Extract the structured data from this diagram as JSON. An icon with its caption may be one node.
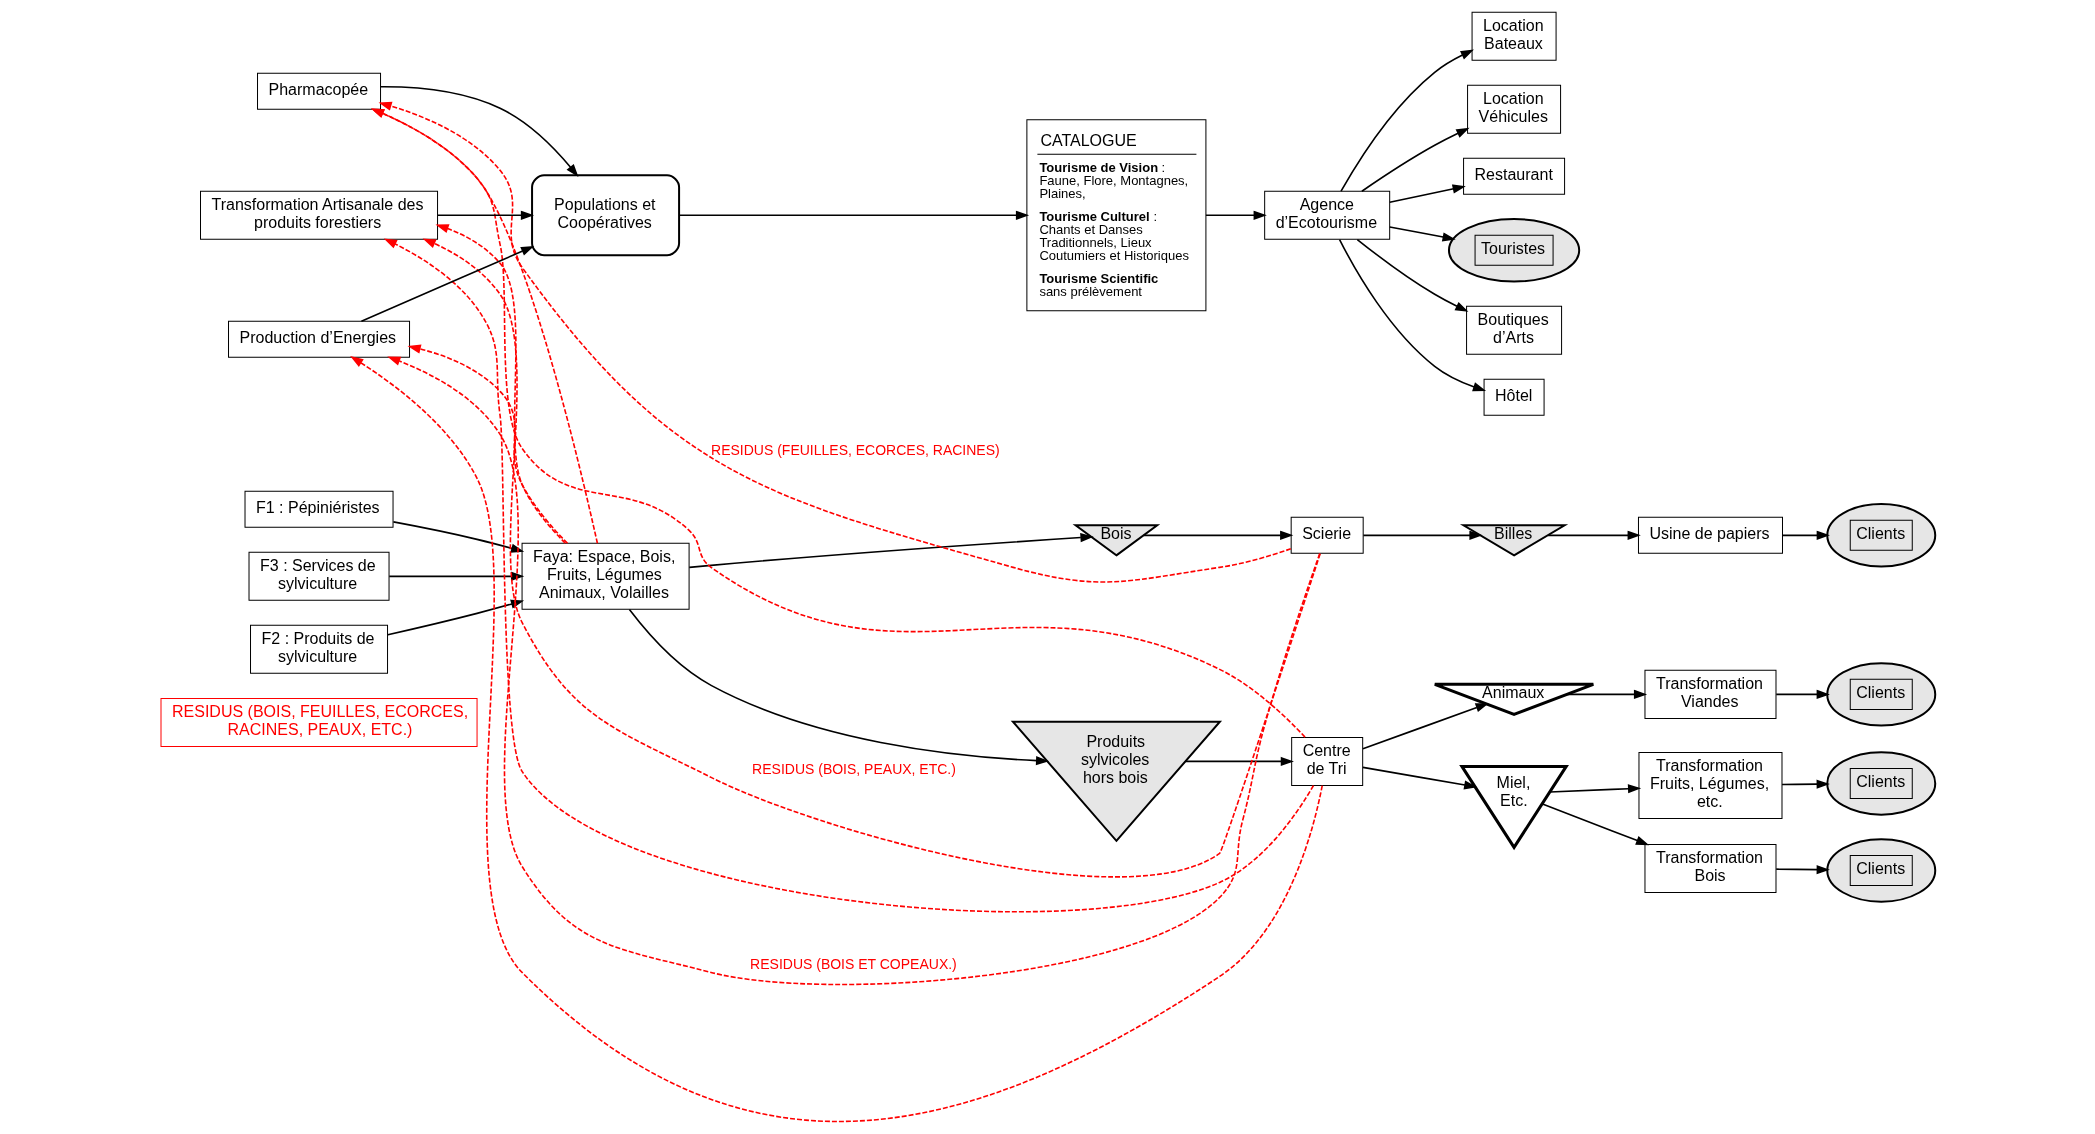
{
  "diagram": {
    "nodes": [
      {
        "text": [
          "RESIDUS (BOIS, FEUILLES, ECORCES, RACINES, PEAUX, ETC.)"
        ]
      },
      {
        "text": [
          "F1 : Pépiniéristes"
        ]
      },
      {
        "text": [
          "F2 : Produits de sylviculture"
        ]
      },
      {
        "text": [
          "F3 : Services de sylviculture"
        ]
      },
      {
        "text": [
          "Faya: Espace, Bois, Fruits, Légumes Animaux, Volailles"
        ]
      },
      {
        "text": [
          "Bois"
        ]
      },
      {
        "text": [
          "Produits sylvicoles hors bois"
        ]
      },
      {
        "text": [
          "Scierie"
        ]
      },
      {
        "text": [
          "Centre de Tri"
        ]
      },
      {
        "text": [
          "Billes"
        ]
      },
      {
        "text": [
          "Miel, Etc."
        ]
      },
      {
        "text": [
          "Animaux"
        ]
      },
      {
        "text": [
          "Usine de papiers"
        ]
      },
      {
        "text": [
          "Transformation Bois"
        ]
      },
      {
        "text": [
          "Transformation Fruits, Légumes, etc."
        ]
      },
      {
        "text": [
          "Transformation Viandes"
        ]
      },
      {
        "text": [
          "Clients"
        ]
      },
      {
        "text": [
          "Clients"
        ]
      },
      {
        "text": [
          "Clients"
        ]
      },
      {
        "text": [
          "Clients"
        ]
      },
      {
        "text": [
          "Populations et Coopératives"
        ]
      },
      {
        "text": [
          "Pharmacopée"
        ]
      },
      {
        "text": [
          "Transformation Artisanale des produits forestiers"
        ]
      },
      {
        "text": [
          "Production d’Energies"
        ]
      },
      {
        "text": [
          "CATALOGUE",
          "**Tourisme de Vision** : Faune, Flore, Montagnes, Plaines,",
          "**Tourisme Culturel** : Chants et Danses Traditionnels, Lieux Coutumiers et Historiques",
          "**Tourisme Scientific** sans prélèvement"
        ]
      },
      {
        "text": [
          "Agence d’Ecotourisme"
        ]
      },
      {
        "text": [
          "Touristes"
        ]
      },
      {
        "text": [
          "Boutiques d’Arts"
        ]
      },
      {
        "text": [
          "Hôtel"
        ]
      },
      {
        "text": [
          "Location Bateaux"
        ]
      },
      {
        "text": [
          "Location Véhicules"
        ]
      },
      {
        "text": [
          "Restaurant"
        ]
      }
    ],
    "edges": [
      {
        "from": 1,
        "to": 4,
        "arrow": "to"
      },
      {
        "from": 2,
        "to": 4,
        "arrow": "to"
      },
      {
        "from": 3,
        "to": 4,
        "arrow": "to"
      },
      {
        "from": 4,
        "to": 5,
        "arrow": "to"
      },
      {
        "from": 4,
        "to": 6,
        "arrow": "to"
      },
      {
        "from": 5,
        "to": 7,
        "arrow": "to"
      },
      {
        "from": 6,
        "to": 8,
        "arrow": "to"
      },
      {
        "from": 7,
        "to": 9,
        "arrow": "to"
      },
      {
        "from": 9,
        "to": 12,
        "arrow": "to"
      },
      {
        "from": 12,
        "to": 16,
        "arrow": "to"
      },
      {
        "from": 8,
        "to": 10,
        "arrow": "to"
      },
      {
        "from": 10,
        "to": 13,
        "arrow": "to"
      },
      {
        "from": 10,
        "to": 14,
        "arrow": "to"
      },
      {
        "from": 8,
        "to": 11,
        "arrow": "to"
      },
      {
        "from": 11,
        "to": 15,
        "arrow": "to"
      },
      {
        "from": 13,
        "to": 17,
        "arrow": "to"
      },
      {
        "from": 14,
        "to": 18,
        "arrow": "to"
      },
      {
        "from": 15,
        "to": 19,
        "arrow": "to"
      },
      {
        "from": 20,
        "to": 24,
        "arrow": "to"
      },
      {
        "from": 21,
        "to": 20,
        "arrow": "to"
      },
      {
        "from": 22,
        "to": 20,
        "arrow": "to"
      },
      {
        "from": 23,
        "to": 20,
        "arrow": "to"
      },
      {
        "from": 24,
        "to": 25,
        "arrow": "to"
      },
      {
        "from": 25,
        "to": 26,
        "arrow": "to"
      },
      {
        "from": 25,
        "to": 27,
        "arrow": "to"
      },
      {
        "from": 25,
        "to": 31,
        "arrow": "to"
      },
      {
        "from": 25,
        "to": 30,
        "arrow": "to"
      },
      {
        "from": 25,
        "to": 28,
        "arrow": "to"
      },
      {
        "from": 25,
        "to": 29,
        "arrow": "to"
      },
      {
        "from": 7,
        "to": 21,
        "arrow": "to",
        "style": "dashed",
        "color": "#ff0000",
        "label": "RESIDUS (FEUILLES, ECORCES, RACINES)"
      },
      {
        "from": 7,
        "to": 22,
        "arrow": "to",
        "style": "dashed",
        "color": "#ff0000",
        "label": "RESIDUS (BOIS, PEAUX, ETC.)"
      },
      {
        "from": 7,
        "to": 23,
        "arrow": "to",
        "style": "dashed",
        "color": "#ff0000",
        "label": "RESIDUS (BOIS ET COPEAUX.)"
      },
      {
        "from": 4,
        "to": 21,
        "arrow": "to",
        "style": "dashed",
        "color": "#ff0000"
      },
      {
        "from": 4,
        "to": 22,
        "arrow": "to",
        "style": "dashed",
        "color": "#ff0000"
      },
      {
        "from": 4,
        "to": 23,
        "arrow": "to",
        "style": "dashed",
        "color": "#ff0000"
      },
      {
        "from": 8,
        "to": 21,
        "arrow": "to",
        "style": "dashed",
        "color": "#ff0000"
      },
      {
        "from": 8,
        "to": 22,
        "arrow": "to",
        "style": "dashed",
        "color": "#ff0000"
      },
      {
        "from": 8,
        "to": 23,
        "arrow": "to",
        "style": "dashed",
        "color": "#ff0000"
      }
    ]
  }
}
